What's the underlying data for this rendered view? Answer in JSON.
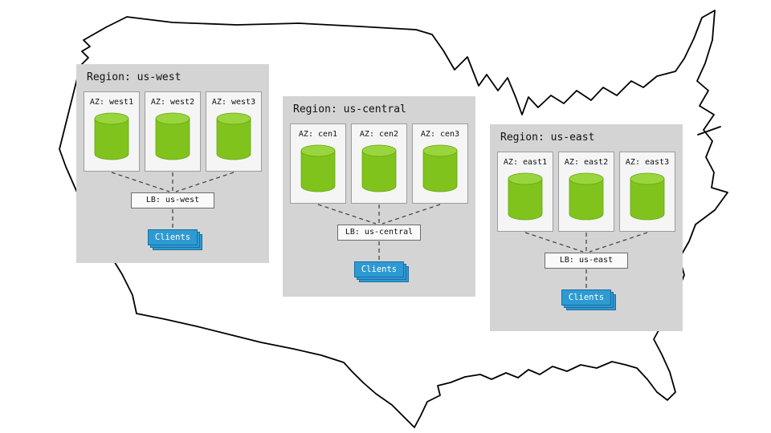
{
  "regions": [
    {
      "title": "Region: us-west",
      "azs": [
        "AZ: west1",
        "AZ: west2",
        "AZ: west3"
      ],
      "lb": "LB: us-west",
      "clients": "Clients"
    },
    {
      "title": "Region: us-central",
      "azs": [
        "AZ: cen1",
        "AZ: cen2",
        "AZ: cen3"
      ],
      "lb": "LB: us-central",
      "clients": "Clients"
    },
    {
      "title": "Region: us-east",
      "azs": [
        "AZ: east1",
        "AZ: east2",
        "AZ: east3"
      ],
      "lb": "LB: us-east",
      "clients": "Clients"
    }
  ],
  "colors": {
    "region_bg": "#d4d4d4",
    "az_bg": "#f5f5f5",
    "az_border": "#9c9c9c",
    "cylinder_body": "#7fc31c",
    "cylinder_top": "#99d63d",
    "lb_bg": "#fafafa",
    "lb_border": "#6b6b6b",
    "clients_bg": "#2e9ad2",
    "clients_border": "#1c6ea4",
    "connector": "#3c3c3c",
    "map_outline": "#000000"
  }
}
